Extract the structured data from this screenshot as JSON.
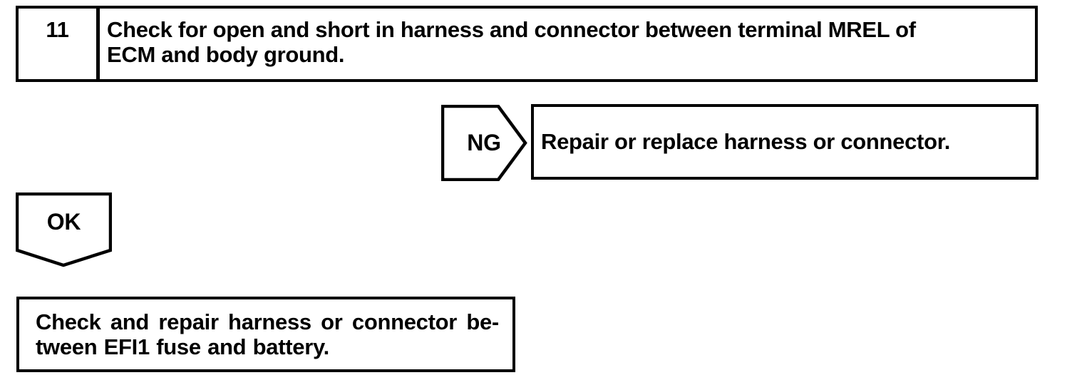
{
  "colors": {
    "ink": "#000000",
    "paper": "#ffffff"
  },
  "flowchart": {
    "step_box": {
      "number": "11",
      "instruction_lines": [
        "Check for open and short in harness and connector between terminal MREL of",
        "ECM and body ground."
      ]
    },
    "ng_branch": {
      "label": "NG",
      "action": "Repair or replace harness or connector."
    },
    "ok_branch": {
      "label": "OK",
      "action_lines": [
        "Check and repair harness or connector be-",
        "tween EFI1 fuse and battery."
      ]
    }
  }
}
